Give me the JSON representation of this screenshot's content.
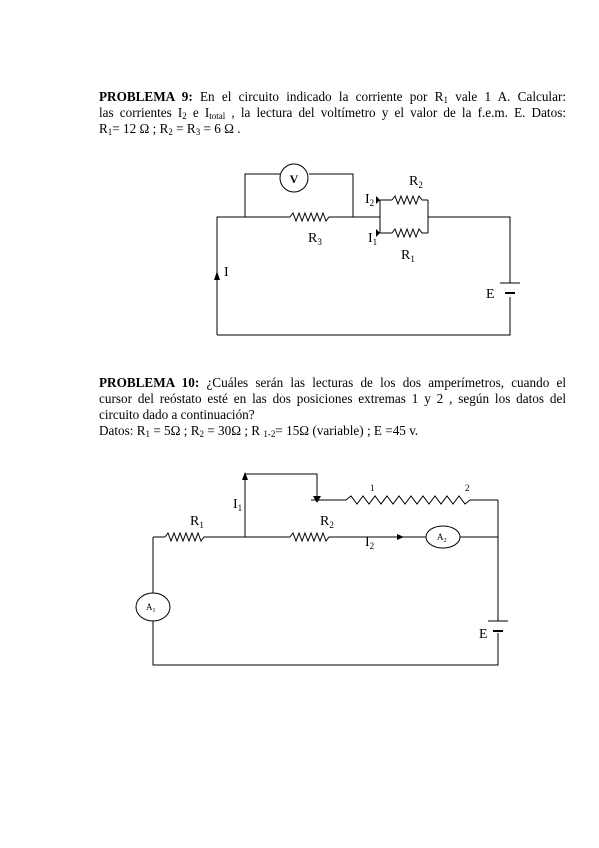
{
  "problem9": {
    "label": "PROBLEMA 9:",
    "line1a": " En el circuito indicado la corriente por R",
    "line1sub": "1",
    "line1b": " vale 1 A. Calcular:",
    "line2a": "las corrientes  I",
    "line2sub1": "2",
    "line2b": "  e I",
    "line2sub2": "total",
    "line2c": " , la lectura del voltímetro y el valor de la f.e.m. E. Datos:",
    "line3a": "R",
    "line3sub1": "1",
    "line3b": "= 12 Ω   ; R",
    "line3sub2": "2",
    "line3c": " = R",
    "line3sub3": "3",
    "line3d": " =  6 Ω   .",
    "circuit": {
      "voltmeter": "V",
      "r2": "R",
      "r2sub": "2",
      "r3": "R",
      "r3sub": "3",
      "r1": "R",
      "r1sub": "1",
      "i2": "I",
      "i2sub": "2",
      "i1": "I",
      "i1sub": "1",
      "i": "I",
      "e": "E"
    }
  },
  "problem10": {
    "label": "PROBLEMA 10:",
    "line1": " ¿Cuáles serán las lecturas de los dos amperímetros, cuando el",
    "line2": "cursor del reóstato esté en las dos posiciones extremas 1 y 2 , según los datos del",
    "line3": "circuito dado a continuación?",
    "data_a": "Datos:  R",
    "data_sub1": "1",
    "data_b": " = 5Ω   ; R",
    "data_sub2": "2",
    "data_c": " = 30Ω   ;  R ",
    "data_sub3": "1-2",
    "data_d": "= 15Ω  (variable) ; E =45 v.",
    "circuit": {
      "pos1": "1",
      "pos2": "2",
      "i1": "I",
      "i1sub": "1",
      "r1": "R",
      "r1sub": "1",
      "r2": "R",
      "r2sub": "2",
      "i2": "I",
      "i2sub": "2",
      "a2": "A",
      "a2sub": "2",
      "a1": "A",
      "a1sub": "1",
      "e": "E"
    }
  }
}
